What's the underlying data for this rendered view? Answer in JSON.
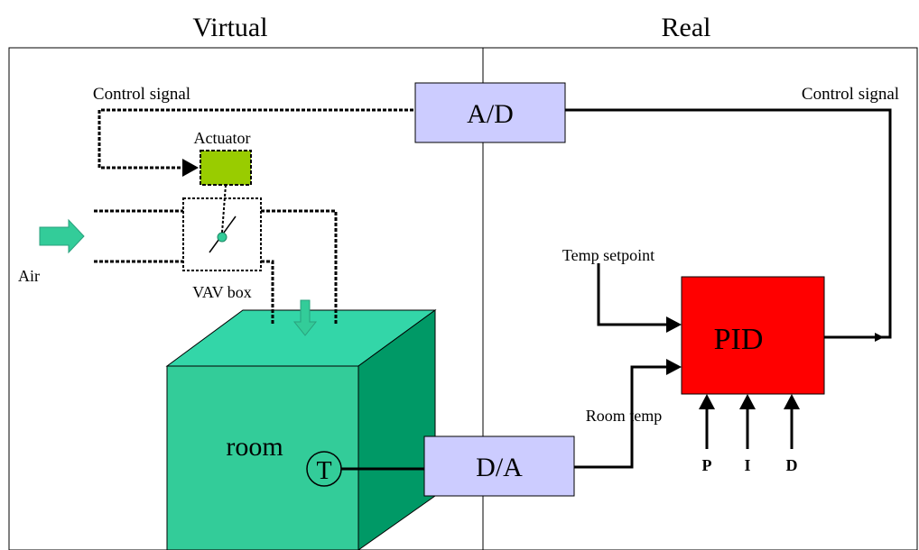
{
  "headers": {
    "virtual": "Virtual",
    "real": "Real"
  },
  "labels": {
    "control_signal_left": "Control signal",
    "control_signal_right": "Control signal",
    "actuator": "Actuator",
    "air": "Air",
    "vav_box": "VAV box",
    "temp_setpoint": "Temp setpoint",
    "room_temp": "Room temp"
  },
  "blocks": {
    "ad": "A/D",
    "da": "D/A",
    "pid": "PID",
    "room": "room",
    "sensor": "T"
  },
  "pid_inputs": [
    "P",
    "I",
    "D"
  ],
  "colors": {
    "converter_fill": "#ccccff",
    "pid_fill": "#ff0000",
    "actuator_fill": "#99cc00",
    "room_front": "#33cc99",
    "room_top": "#33d6a8",
    "room_side": "#009966",
    "air_arrow": "#33cc99"
  }
}
